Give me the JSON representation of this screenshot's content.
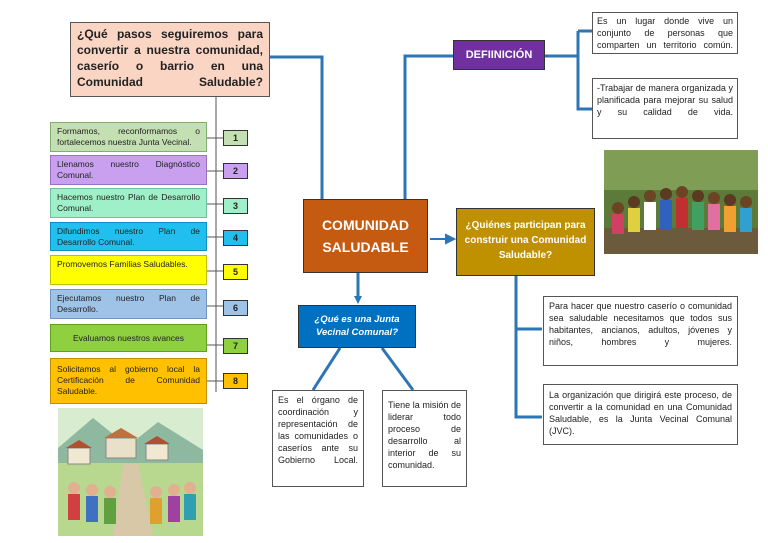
{
  "question_main": "¿Qué pasos seguiremos para convertir a nuestra comunidad, caserío o barrio en una Comunidad Saludable?",
  "center_title_line1": "COMUNIDAD",
  "center_title_line2": "SALUDABLE",
  "definition_label": "DEFIINICIÓN",
  "definition_1": "Es un lugar donde vive un conjunto de personas que comparten un territorio común.",
  "definition_2": "-Trabajar de manera organizada y planificada para mejorar su salud y su calidad de vida.",
  "participants_question": "¿Quiénes participan para construir una Comunidad Saludable?",
  "participants_answer_1": "Para hacer que nuestro caserío o comunidad sea saludable necesitamos que todos sus habitantes, ancianos, adultos, jóvenes y niños, hombres y mujeres.",
  "participants_answer_2": "La organización que dirigirá este proceso, de convertir a la comunidad en una Comunidad Saludable, es la Junta Vecinal Comunal (JVC).",
  "jvc_question": "¿Qué es una Junta Vecinal Comunal?",
  "jvc_answer_1": "Es el órgano de coordinación y representación de las comunidades o caseríos ante su Gobierno Local.",
  "jvc_answer_2": "Tiene la misión de liderar todo proceso de desarrollo al interior de su comunidad.",
  "steps": [
    {
      "text": "Formamos, reconformamos o fortalecemos nuestra Junta Vecinal.",
      "num": "1",
      "color": "#c4e0b2"
    },
    {
      "text": "Llenamos nuestro Diagnóstico Comunal.",
      "num": "2",
      "color": "#c9a0f0"
    },
    {
      "text": "Hacemos nuestro Plan de Desarrollo Comunal.",
      "num": "3",
      "color": "#9ff0c8"
    },
    {
      "text": "Difundimos nuestro Plan de Desarrollo Comunal.",
      "num": "4",
      "color": "#20bff0"
    },
    {
      "text": "Promovemos Familias Saludables.",
      "num": "5",
      "color": "#ffff00"
    },
    {
      "text": "Ejecutamos nuestro Plan de Desarrollo.",
      "num": "6",
      "color": "#9fc3e7"
    },
    {
      "text": "Evaluamos nuestros avances",
      "num": "7",
      "color": "#8fd040"
    },
    {
      "text": "Solicitamos al gobierno local la Certificación de Comunidad Saludable.",
      "num": "8",
      "color": "#ffc000"
    }
  ],
  "colors": {
    "connector": "#2e75b6",
    "question_main_bg": "#fbd5c4",
    "center_bg": "#c55a11",
    "definition_bg": "#7030a0",
    "participants_bg": "#bf9000",
    "jvc_bg": "#0070c0"
  }
}
